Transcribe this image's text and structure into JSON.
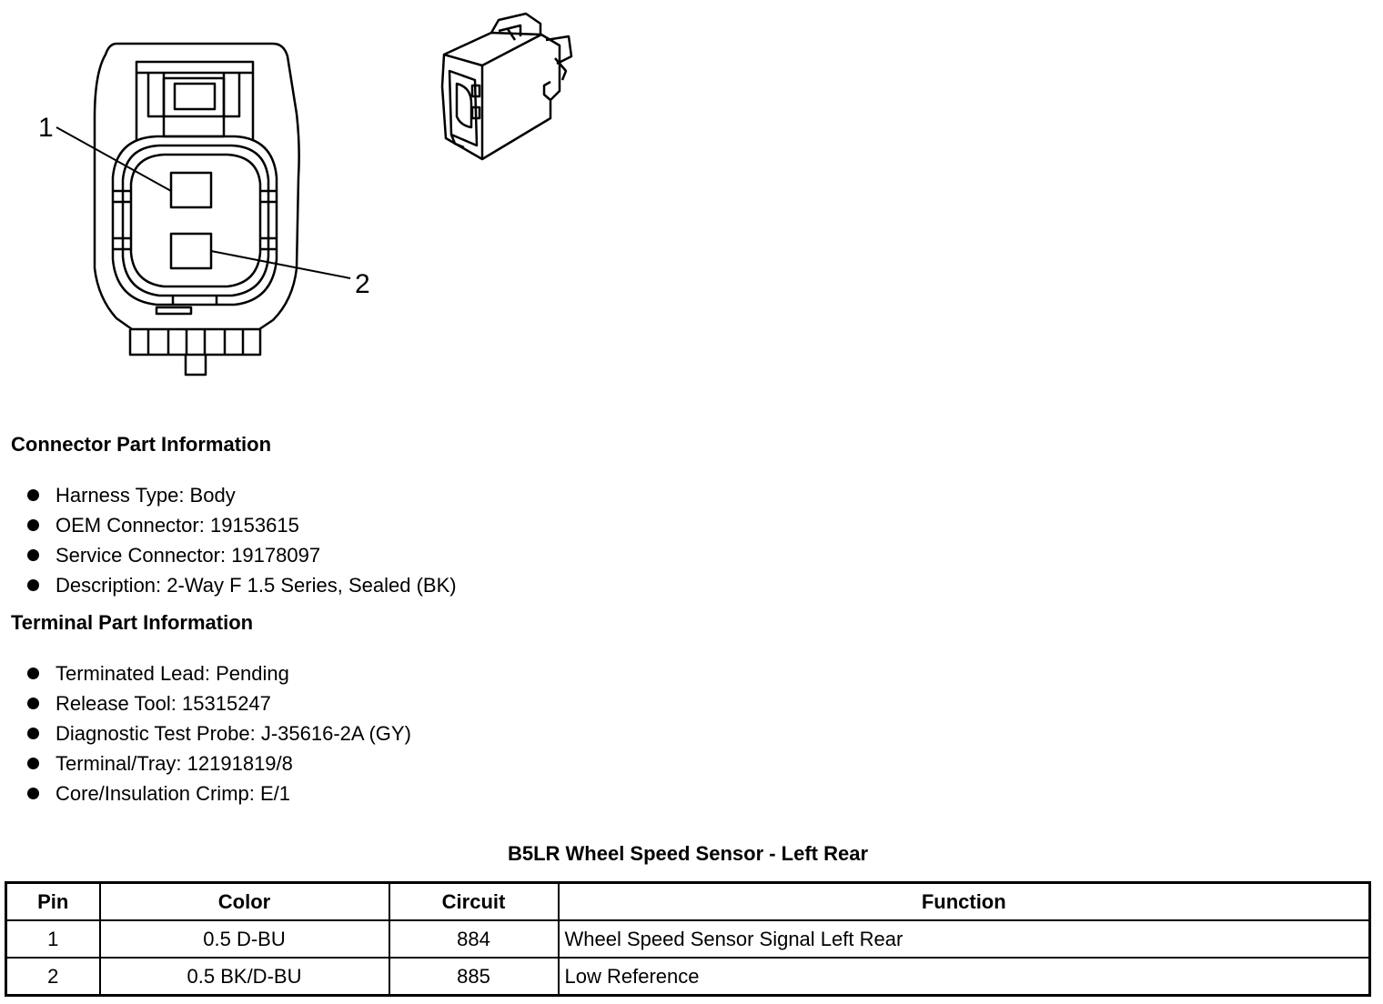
{
  "diagram": {
    "pin_labels": [
      "1",
      "2"
    ]
  },
  "connector_info": {
    "heading": "Connector Part Information",
    "items": [
      "Harness Type: Body",
      "OEM Connector: 19153615",
      "Service Connector: 19178097",
      "Description: 2-Way F 1.5 Series, Sealed (BK)"
    ]
  },
  "terminal_info": {
    "heading": "Terminal Part Information",
    "items": [
      "Terminated Lead: Pending",
      "Release Tool: 15315247",
      "Diagnostic Test Probe: J-35616-2A (GY)",
      "Terminal/Tray: 12191819/8",
      "Core/Insulation Crimp: E/1"
    ]
  },
  "table": {
    "title": "B5LR Wheel Speed Sensor - Left Rear",
    "headers": [
      "Pin",
      "Color",
      "Circuit",
      "Function"
    ],
    "rows": [
      [
        "1",
        "0.5 D-BU",
        "884",
        "Wheel Speed Sensor Signal Left Rear"
      ],
      [
        "2",
        "0.5 BK/D-BU",
        "885",
        "Low Reference"
      ]
    ]
  }
}
